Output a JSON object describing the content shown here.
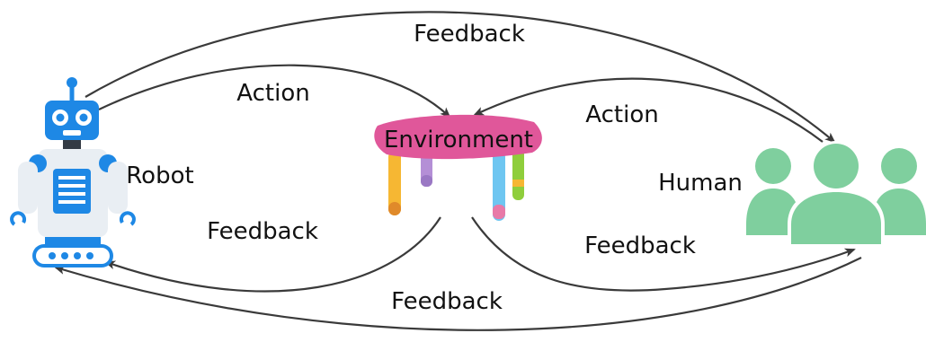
{
  "labels": {
    "top_feedback": "Feedback",
    "robot_action": "Action",
    "human_action": "Action",
    "environment": "Environment",
    "robot": "Robot",
    "human": "Human",
    "robot_feedback": "Feedback",
    "human_feedback": "Feedback",
    "bottom_feedback": "Feedback"
  },
  "colors": {
    "robot_blue": "#1e88e5",
    "robot_light": "#e9eef3",
    "table_pink": "#e0579a",
    "human_green": "#7fcf9e",
    "arrow": "#3a3a3a"
  },
  "icons": {
    "robot": "robot-icon",
    "environment": "table-icon",
    "human": "human-group-icon"
  }
}
